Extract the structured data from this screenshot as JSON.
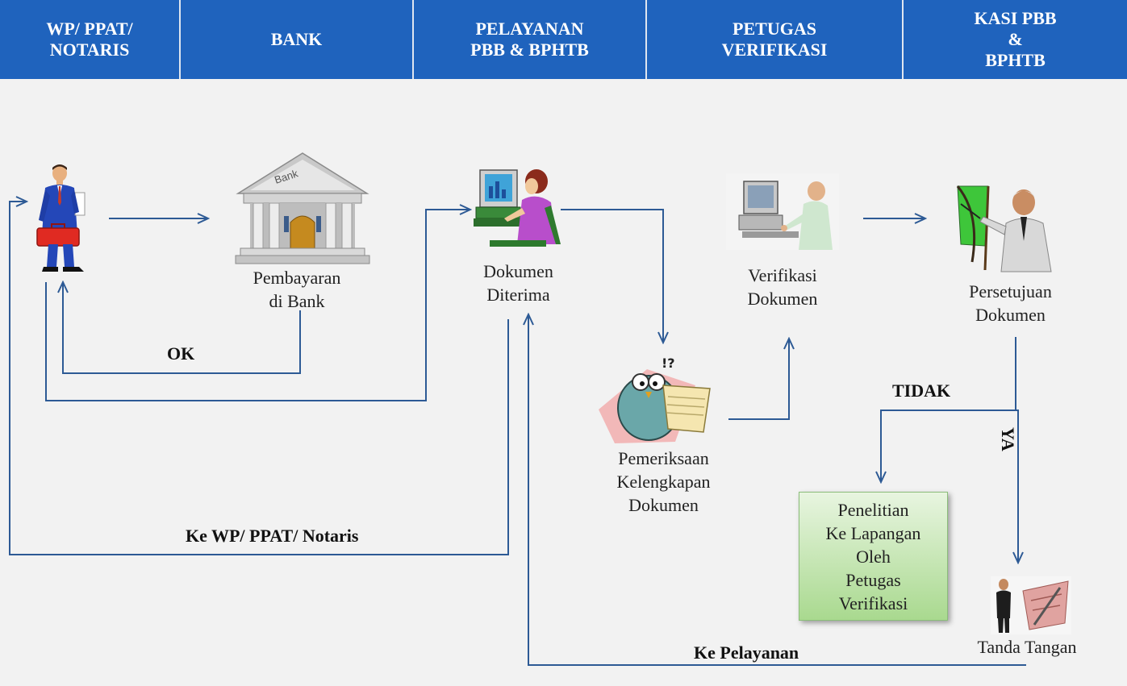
{
  "headers": [
    "WP/ PPAT/\nNOTARIS",
    "BANK",
    "PELAYANAN\nPBB & BPHTB",
    "PETUGAS\nVERIFIKASI",
    "KASI PBB\n&\nBPHTB"
  ],
  "nodes": {
    "bank": "Pembayaran\ndi Bank",
    "received": "Dokumen\nDiterima",
    "check": "Pemeriksaan\nKelengkapan\nDokumen",
    "verify": "Verifikasi\nDokumen",
    "approve": "Persetujuan\nDokumen",
    "field": "Penelitian\nKe Lapangan\nOleh\nPetugas\nVerifikasi",
    "sign": "Tanda Tangan"
  },
  "edges": {
    "ok": "OK",
    "tidak": "TIDAK",
    "ya": "YA",
    "to_wp": "Ke WP/ PPAT/ Notaris",
    "to_service": "Ke Pelayanan"
  },
  "colors": {
    "header": "#1f63bd",
    "arrow": "#2d5a95",
    "box_green": "#a9d98f"
  }
}
